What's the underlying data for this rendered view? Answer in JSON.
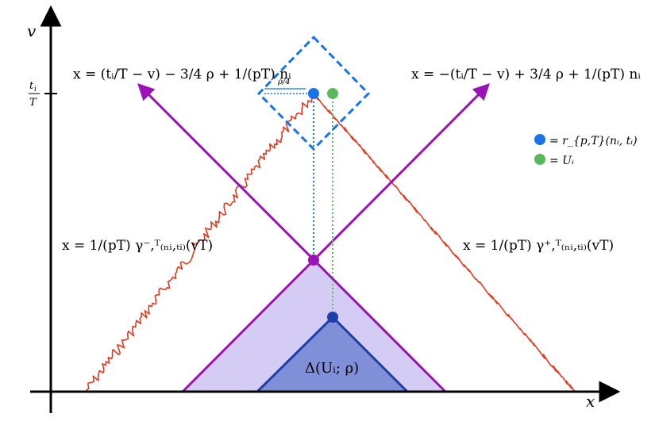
{
  "axes": {
    "x_label": "x",
    "y_label": "v",
    "y_tick_num": "t",
    "y_tick_num_sub": "i",
    "y_tick_den": "T"
  },
  "labels": {
    "left_line": "x = (tᵢ/T − v) − 3/4 ρ + 1/(pT) nᵢ",
    "right_line": "x = −(tᵢ/T − v) + 3/4 ρ + 1/(pT) nᵢ",
    "left_gamma": "x = 1/(pT) γ⁻,ᵀ₍ₙᵢ,ₜᵢ₎(vT)",
    "right_gamma": "x = 1/(pT) γ⁺,ᵀ₍ₙᵢ,ₜᵢ₎(vT)",
    "rho_quarter": "ρ/4",
    "delta": "Δ(Uᵢ; ρ)"
  },
  "legend": [
    {
      "label": "= r_{p,T}(nᵢ, tᵢ)",
      "color": "#1874e8"
    },
    {
      "label": "= Uᵢ",
      "color": "#5cb85c"
    }
  ],
  "colors": {
    "purple": "#9b13b8",
    "light_purple_fill": "#d5ccf6",
    "blue_fill": "#7f8fd8",
    "dark_blue": "#1f3fa8",
    "red_path": "#e23b22",
    "dashed_blue": "#1874e8",
    "green": "#5cb85c"
  }
}
